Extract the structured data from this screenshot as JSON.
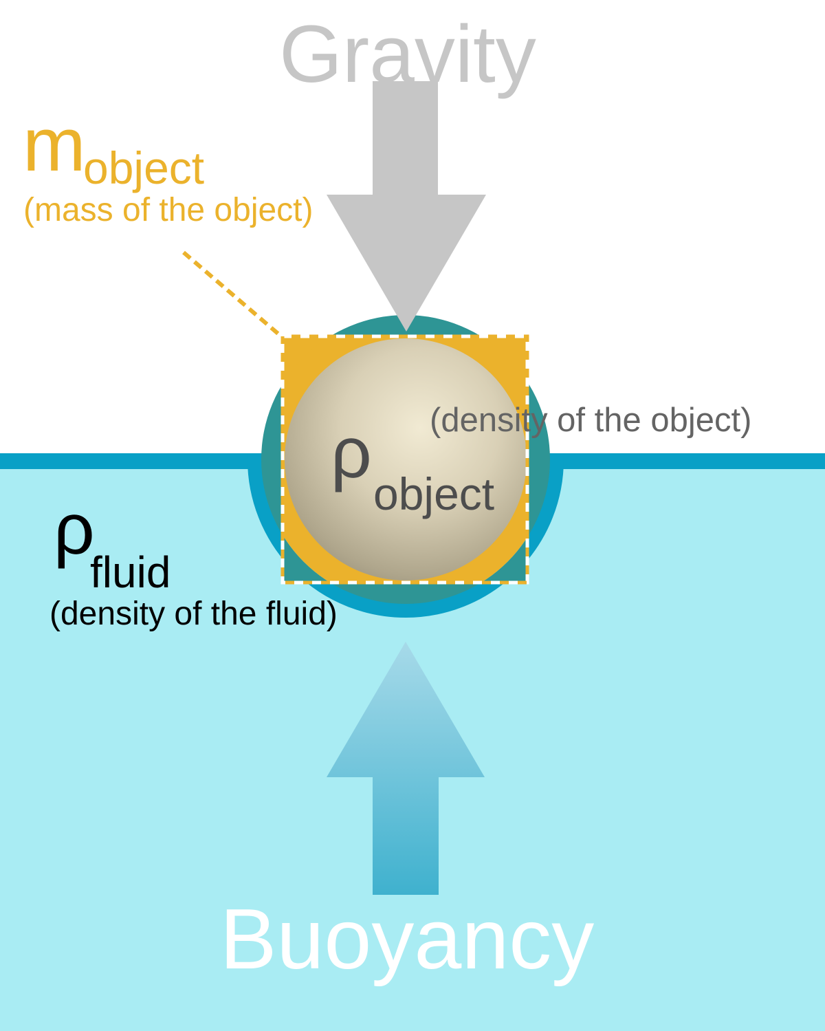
{
  "title": "Buoyancy force diagram",
  "labels": {
    "gravity": "Gravity",
    "buoyancy": "Buoyancy",
    "mass_symbol": "m",
    "mass_subscript": "object",
    "mass_caption": "(mass of the object)",
    "density_object_symbol": "ρ",
    "density_object_subscript": "object",
    "density_object_caption": "(density of the object)",
    "density_fluid_symbol": "ρ",
    "density_fluid_subscript": "fluid",
    "density_fluid_caption": "(density of the fluid)"
  },
  "colors": {
    "background": "#FFFFFF",
    "gravity_arrow": "#C6C6C6",
    "gravity_text": "#C6C6C6",
    "object_square_orange": "#EBB22C",
    "water_fill_cyan": "#A9ECF3",
    "water_edge_blue": "#09A0C6",
    "submerged_overlap_teal": "#2E9595",
    "ball_highlight": "#F1EAD3",
    "ball_mid": "#D9D0B6",
    "ball_shade": "#AFA68C",
    "ball_edge_dark": "#8C8570",
    "density_object_symbol_text": "#4D4D4D",
    "density_object_caption_text": "#646464",
    "density_fluid_text": "#000000",
    "buoyancy_text": "#FFFFFF",
    "buoyancy_arrow_top": "#A7DAE9",
    "buoyancy_arrow_bottom": "#3FB1CE",
    "dash_white": "#FFFFFF"
  }
}
